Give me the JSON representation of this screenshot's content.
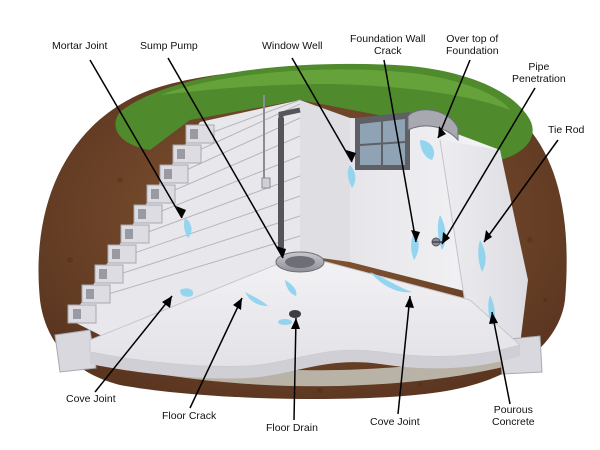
{
  "labels": {
    "mortar_joint": "Mortar Joint",
    "sump_pump": "Sump Pump",
    "window_well": "Window Well",
    "foundation_wall_crack": [
      "Foundation Wall",
      "Crack"
    ],
    "over_top_of_foundation": [
      "Over top of",
      "Foundation"
    ],
    "pipe_penetration": [
      "Pipe",
      "Penetration"
    ],
    "tie_rod": "Tie Rod",
    "cove_joint_left": "Cove Joint",
    "floor_crack": "Floor Crack",
    "floor_drain": "Floor Drain",
    "cove_joint_right": "Cove Joint",
    "pourous_concrete": [
      "Pourous",
      "Concrete"
    ]
  },
  "colors": {
    "grass": "#4f8a2c",
    "soil": "#6e4628",
    "wall": "#e9e9ee",
    "floor": "#ececf0",
    "water": "#8fd3ef",
    "leader": "#000000"
  }
}
